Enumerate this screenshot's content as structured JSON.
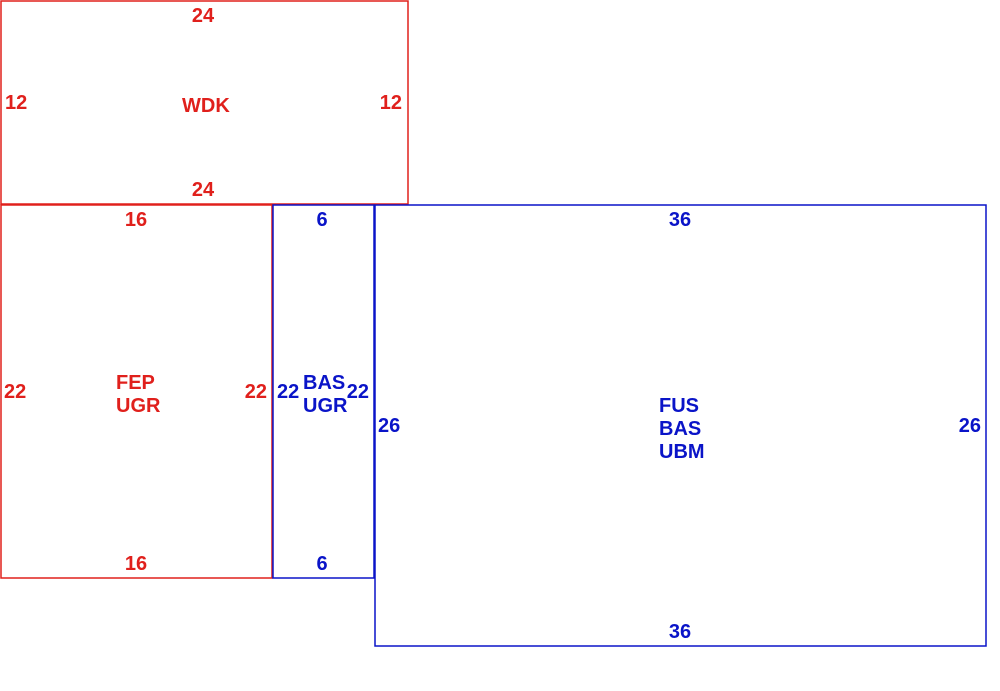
{
  "colors": {
    "red": "#e0201c",
    "blue": "#0a14c8"
  },
  "areas": {
    "wdk": {
      "color": "red",
      "codes": [
        "WDK"
      ],
      "dims": {
        "top": "24",
        "bottom": "24",
        "left": "12",
        "right": "12"
      }
    },
    "fep": {
      "color": "red",
      "codes": [
        "FEP",
        "UGR"
      ],
      "dims": {
        "top": "16",
        "bottom": "16",
        "left": "22",
        "right": "22"
      }
    },
    "bas": {
      "color": "blue",
      "codes": [
        "BAS",
        "UGR"
      ],
      "dims": {
        "top": "6",
        "bottom": "6",
        "left": "22",
        "right": "22"
      }
    },
    "fus": {
      "color": "blue",
      "codes": [
        "FUS",
        "BAS",
        "UBM"
      ],
      "dims": {
        "top": "36",
        "bottom": "36",
        "left": "26",
        "right": "26"
      }
    }
  }
}
